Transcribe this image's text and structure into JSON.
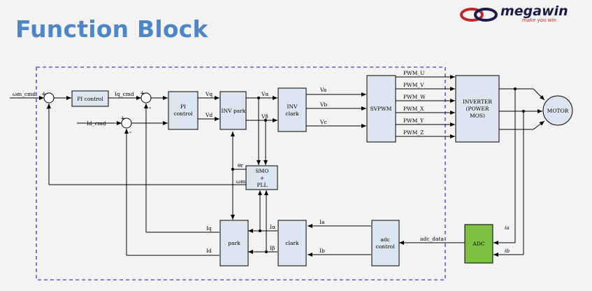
{
  "header": {
    "title": "Function Block",
    "brand": "megawin",
    "tagline": "make you win"
  },
  "colors": {
    "title": "#4f86c6",
    "block_fill": "#dce6f1",
    "adc_fill": "#7cc142",
    "dashed_border": "#3c3cc8",
    "logo_red": "#c0282d",
    "logo_navy": "#1b1b4a"
  },
  "blocks": {
    "pi_control_1": "PI control",
    "pi_control_2_line1": "PI",
    "pi_control_2_line2": "control",
    "inv_park": "INV park",
    "inv_clark_line1": "INV",
    "inv_clark_line2": "clark",
    "svpwm": "SVPWM",
    "inverter_line1": "INVERTER",
    "inverter_line2": "(POWER",
    "inverter_line3": "MOS)",
    "motor": "MOTOR",
    "smo_line1": "SMO",
    "smo_line2": "+",
    "smo_line3": "PLL",
    "park": "park",
    "clark": "clark",
    "adc_control_line1": "adc",
    "adc_control_line2": "control",
    "adc": "ADC"
  },
  "signals": {
    "wm_cmd": "ωm_cmd",
    "iq_cmd": "Iq_cmd",
    "id_cmd": "Id_cmd",
    "vq": "Vq",
    "vd": "Vd",
    "v_alpha": "Vα",
    "v_beta": "Vβ",
    "va": "Va",
    "vb": "Vb",
    "vc": "Vc",
    "pwm_u": "PWM_U",
    "pwm_v": "PWM_V",
    "pwm_w": "PWM_W",
    "pwm_x": "PWM_X",
    "pwm_y": "PWM_Y",
    "pwm_z": "PWM_Z",
    "theta_r": "θr",
    "wm": "ωm",
    "iq": "Iq",
    "id": "Id",
    "i_alpha": "Iα",
    "i_beta": "Iβ",
    "ia": "Ia",
    "ib": "Ib",
    "adc_data": "adc_data",
    "ia_motor": "ia",
    "ib_motor": "ib"
  },
  "summers": {
    "plus": "+",
    "minus": "-"
  }
}
